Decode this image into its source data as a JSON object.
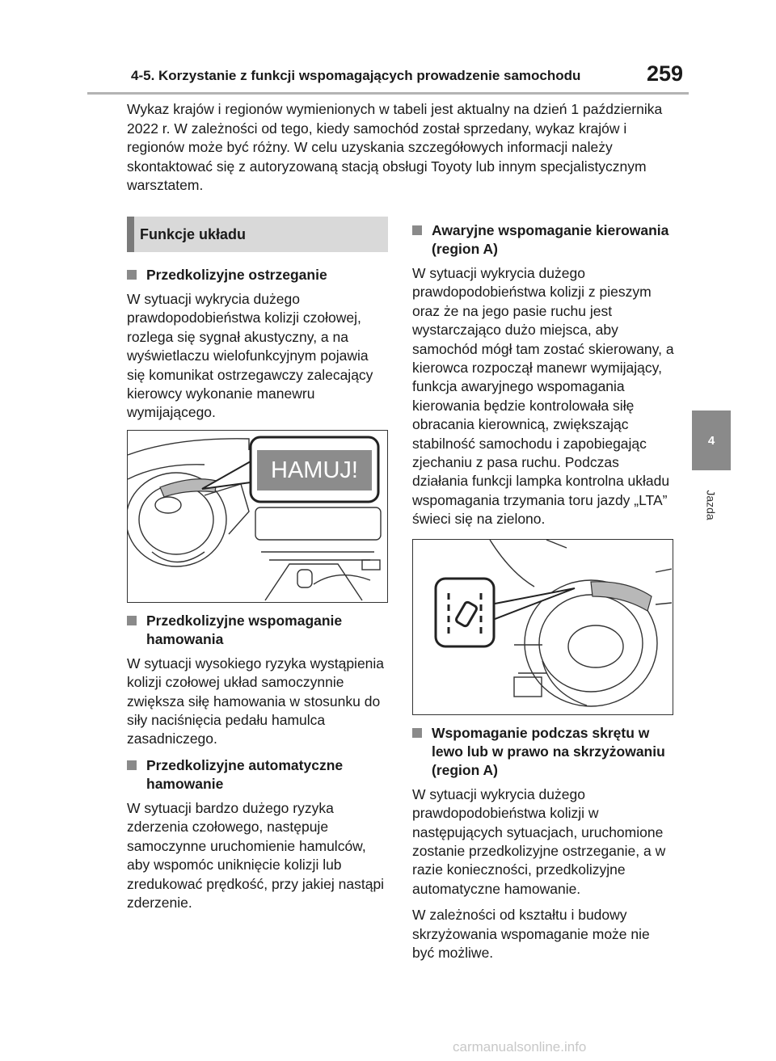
{
  "header": {
    "title": "4-5. Korzystanie z funkcji wspomagających prowadzenie samochodu",
    "page_number": "259"
  },
  "side_tab": {
    "number": "4",
    "label": "Jazda"
  },
  "intro": "Wykaz krajów i regionów wymienionych w tabeli jest aktualny na dzień 1 października 2022 r. W zależności od tego, kiedy samochód został sprzedany, wykaz krajów i regionów może być różny. W celu uzyskania szczegółowych informacji należy skontaktować się z autoryzowaną stacją obsługi Toyoty lub innym specjalistycznym warsztatem.",
  "section_heading": "Funkcje układu",
  "left_column": {
    "s1_heading": "Przedkolizyjne ostrzeganie",
    "s1_text": "W sytuacji wykrycia dużego prawdopodobieństwa kolizji czołowej, rozlega się sygnał akustyczny, a na wyświetlaczu wielofunkcyjnym pojawia się komunikat ostrzegawczy zalecający kierowcy wykonanie manewru wymijającego.",
    "illustration_text": "HAMUJ!",
    "s2_heading": "Przedkolizyjne wspomaganie hamowania",
    "s2_text": "W sytuacji wysokiego ryzyka wystąpienia kolizji czołowej układ samoczynnie zwiększa siłę hamowania w stosunku do siły naciśnięcia pedału hamulca zasadniczego.",
    "s3_heading": "Przedkolizyjne automatyczne hamowanie",
    "s3_text": "W sytuacji bardzo dużego ryzyka zderzenia czołowego, następuje samoczynne uruchomienie hamulców, aby wspomóc uniknięcie kolizji lub zredukować prędkość, przy jakiej nastąpi zderzenie."
  },
  "right_column": {
    "s4_heading": "Awaryjne wspomaganie kierowania (region A)",
    "s4_text": "W sytuacji wykrycia dużego prawdopodobieństwa kolizji z pieszym oraz że na jego pasie ruchu jest wystarczająco dużo miejsca, aby samochód mógł tam zostać skierowany, a kierowca rozpoczął manewr wymijający, funkcja awaryjnego wspomagania kierowania będzie kontrolowała siłę obracania kierownicą, zwiększając stabilność samochodu i zapobiegając zjechaniu z pasa ruchu. Podczas działania funkcji lampka kontrolna układu wspomagania trzymania toru jazdy „LTA” świeci się na zielono.",
    "s5_heading": "Wspomaganie podczas skrętu w lewo lub w prawo na skrzyżowaniu (region A)",
    "s5_text1": "W sytuacji wykrycia dużego prawdopodobieństwa kolizji w następujących sytuacjach, uruchomione zostanie przedkolizyjne ostrzeganie, a w razie konieczności, przedkolizyjne automatyczne hamowanie.",
    "s5_text2": "W zależności od kształtu i budowy skrzyżowania wspomaganie może nie być możliwe."
  },
  "watermark": "carmanualsonline.info"
}
